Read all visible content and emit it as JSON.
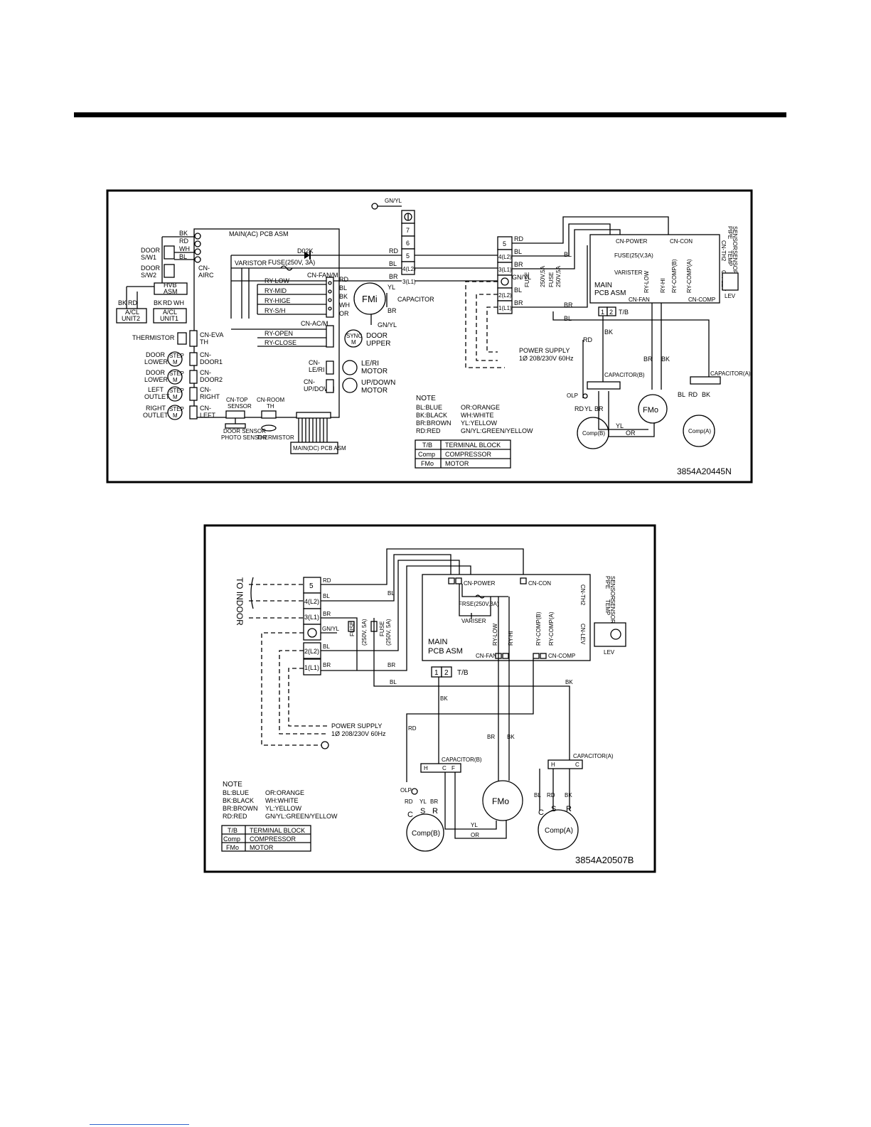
{
  "diagram1": {
    "code": "3854A20445N",
    "main_ac_pcb": "MAIN(AC) PCB ASM",
    "main_dc_pcb": "MAIN(DC) PCB ASM",
    "gnyl_top": "GN/YL",
    "terminals": [
      "7",
      "6",
      "5",
      "4(L2)",
      "3(L1)"
    ],
    "d02k": "D02K",
    "varistor": "VARISTOR",
    "fuse": "FUSE(250V, 3A)",
    "cn_fan_m": "CN-FAN/M",
    "cn_ac_m": "CN-AC/M",
    "relays": [
      "RY-LOW",
      "RY-MID",
      "RY-HIGE",
      "RY-S/H"
    ],
    "relays2": [
      "RY-OPEN",
      "RY-CLOSE"
    ],
    "fmi": "FMi",
    "capacitor": "CAPACITOR",
    "gnyl": "GN/YL",
    "sync": [
      "SYNC",
      "M"
    ],
    "door_upper": [
      "DOOR",
      "UPPER"
    ],
    "cn_leri": [
      "CN-",
      "LE/RI"
    ],
    "cn_updown": [
      "CN-",
      "UP/DOWN"
    ],
    "leri_motor": [
      "LE/RI",
      "MOTOR"
    ],
    "updown_motor": [
      "UP/DOWN",
      "MOTOR"
    ],
    "door_sw1": [
      "DOOR",
      "S/W1"
    ],
    "door_sw2": [
      "DOOR",
      "S/W2"
    ],
    "hvb": [
      "HVB",
      "ASM"
    ],
    "acl1": [
      "A/CL",
      "UNIT1"
    ],
    "acl2": [
      "A/CL",
      "UNIT2"
    ],
    "cn_airc": [
      "CN-",
      "AIRC"
    ],
    "thermistor": "THERMISTOR",
    "cn_eva": [
      "CN-EVA",
      "TH"
    ],
    "step": [
      "STEP",
      "M"
    ],
    "door_lower": [
      "DOOR",
      "LOWER"
    ],
    "left_outlet": [
      "LEFT",
      "OUTLET"
    ],
    "right_outlet": [
      "RIGHT",
      "OUTLET"
    ],
    "cn_door1": [
      "CN-",
      "DOOR1"
    ],
    "cn_door2": [
      "CN-",
      "DOOR2"
    ],
    "cn_right": [
      "CN-",
      "RIGHT"
    ],
    "cn_left": [
      "CN-",
      "LEFT"
    ],
    "cn_top": [
      "CN-TOP",
      "SENSOR"
    ],
    "cn_room": [
      "CN-ROOM",
      "TH"
    ],
    "door_sensor": "DOOR SENSOR",
    "photo_sensor": "PHOTO SENSOR",
    "thermistor2": "THERMISTOR",
    "wires": {
      "bk": "BK",
      "rd": "RD",
      "wh": "WH",
      "bl": "BL",
      "br": "BR",
      "yl": "YL",
      "or": "OR"
    },
    "power_supply": [
      "POWER SUPPLY",
      "1Ø 208/230V 60Hz"
    ],
    "fuse_250": [
      "FUSE",
      "250V,5A"
    ],
    "note_title": "NOTE",
    "note_rows": [
      [
        "BL:BLUE",
        "OR:ORANGE"
      ],
      [
        "BK:BLACK",
        "WH:WHITE"
      ],
      [
        "BR:BROWN",
        "YL:YELLOW"
      ],
      [
        "RD:RED",
        "GN/YL:GREEN/YELLOW"
      ]
    ],
    "legend": [
      [
        "T/B",
        "TERMINAL BLOCK"
      ],
      [
        "Comp",
        "COMPRESSOR"
      ],
      [
        "FMo",
        "MOTOR"
      ]
    ]
  },
  "diagram2": {
    "code": "3854A20507B",
    "to_indoor": "TO INDOOR",
    "terminals": [
      "5",
      "4(L2)",
      "3(L1)",
      "GN/YL",
      "2(L2)",
      "1(L1)"
    ],
    "fuse_label": [
      "FUSE",
      "(250V, 5A)"
    ],
    "fuse_label2": [
      "FUSE",
      "(250V, 5A)"
    ],
    "power_supply": [
      "POWER SUPPLY",
      "1Ø 208/230V 60Hz"
    ],
    "note_title": "NOTE",
    "note_rows": [
      [
        "BL:BLUE",
        "OR:ORANGE"
      ],
      [
        "BK:BLACK",
        "WH:WHITE"
      ],
      [
        "BR:BROWN",
        "YL:YELLOW"
      ],
      [
        "RD:RED",
        "GN/YL:GREEN/YELLOW"
      ]
    ],
    "legend": [
      [
        "T/B",
        "TERMINAL BLOCK"
      ],
      [
        "Comp",
        "COMPRESSOR"
      ],
      [
        "FMo",
        "MOTOR"
      ]
    ]
  },
  "outdoor": {
    "cn_power": "CN-POWER",
    "cn_con": "CN-CON",
    "fuse": "FRSE(250V,3A)",
    "fuse_d1": "FUSE(25(V,3A)",
    "varister": "VARISER",
    "varister_d1": "VARISTER",
    "main_pcb": [
      "MAIN",
      "PCB ASM"
    ],
    "ry_low": "RY-LOW",
    "ry_hi": "RY-HI",
    "ry_compb": "RY-COMP(B)",
    "ry_compa": "RY-COMP(A)",
    "cn_fan": "CN-FAN",
    "cn_comp": "CN-COMP",
    "cn_th2": "CN-TH2",
    "cn_lev": "CN-LEV",
    "pipe_sensor": [
      "PIPE",
      "SENSOR"
    ],
    "temp_sensor": [
      "TEMP",
      "SENSOR"
    ],
    "lev": "LEV",
    "tb": [
      "1",
      "2",
      "T/B"
    ],
    "capacitor_b": "CAPACITOR(B)",
    "capacitor_a": "CAPACITOR(A)",
    "olp": "OLP",
    "fmo": "FMo",
    "comp_b": "Comp(B)",
    "comp_a": "Comp(A)",
    "c": "C",
    "s": "S",
    "r": "R",
    "h": "H",
    "f": "F"
  }
}
